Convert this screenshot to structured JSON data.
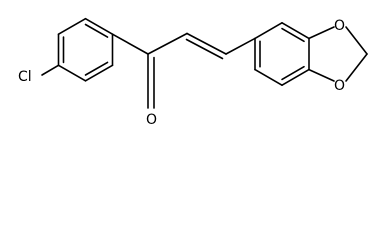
{
  "molecule": {
    "atoms": {
      "chlorine": "Cl",
      "carbonyl_oxygen": "O",
      "dioxole_oxygen_top": "O",
      "dioxole_oxygen_bottom": "O"
    },
    "colors": {
      "bond": "#000000",
      "text": "#000000",
      "background": "#ffffff"
    }
  }
}
